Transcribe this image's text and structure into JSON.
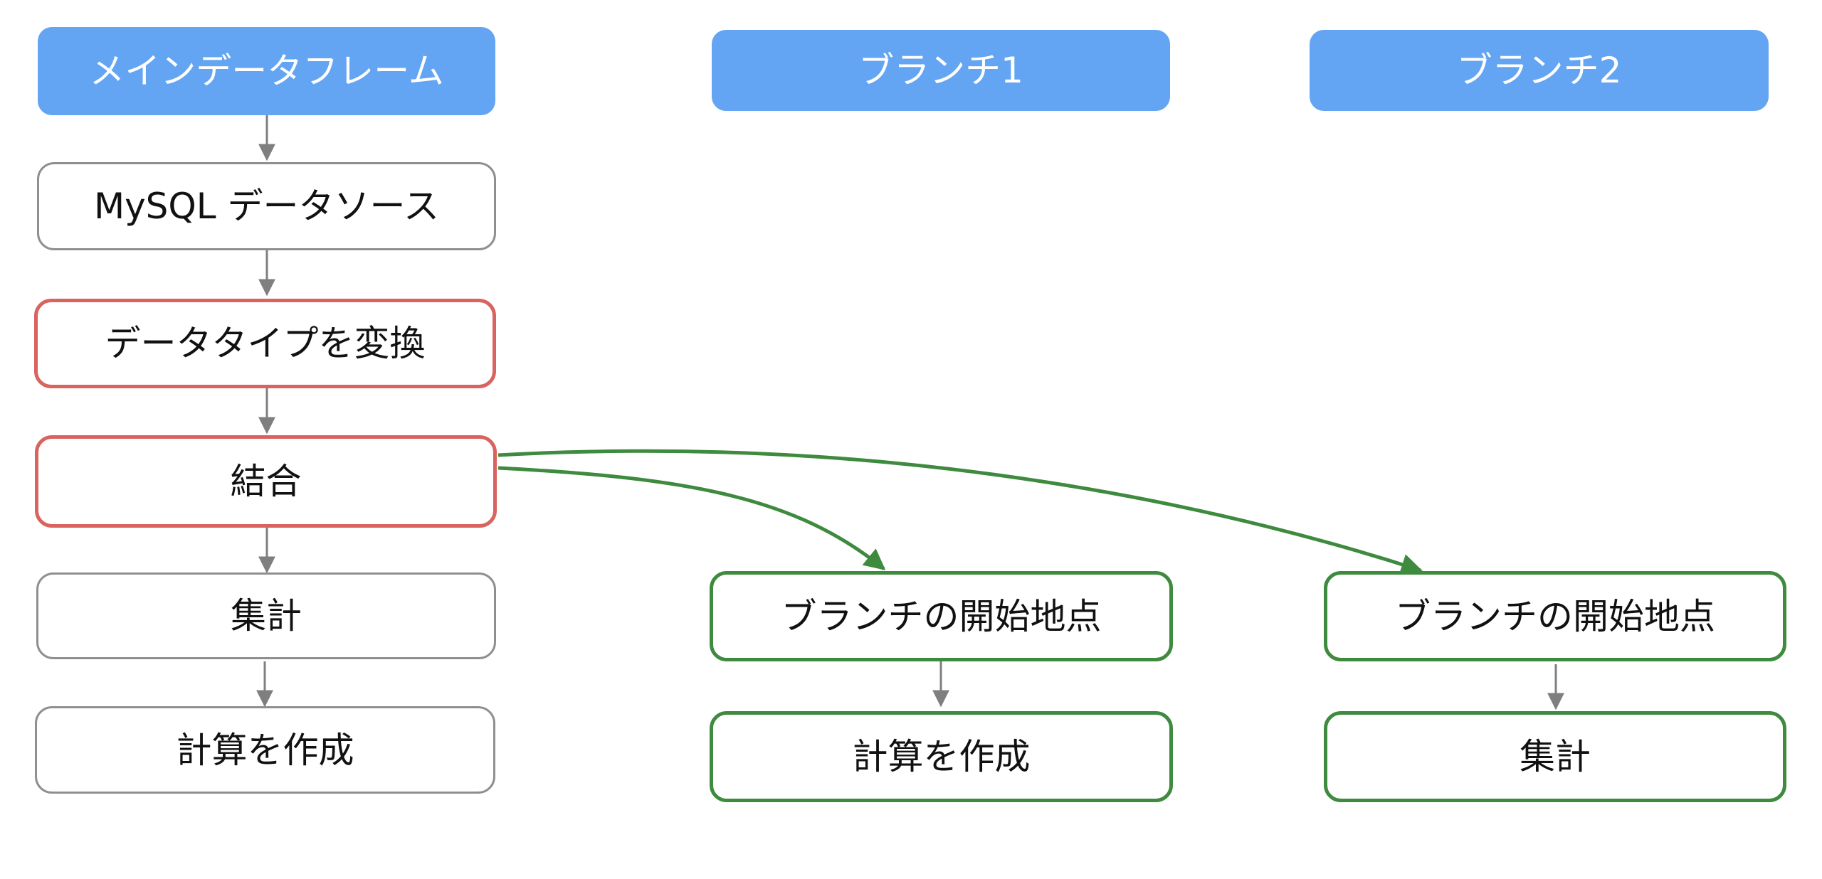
{
  "columns": {
    "main": {
      "header": "メインデータフレーム"
    },
    "branch1": {
      "header": "ブランチ1"
    },
    "branch2": {
      "header": "ブランチ2"
    }
  },
  "main_steps": {
    "source": "MySQL データソース",
    "convert": "データタイプを変換",
    "join": "結合",
    "aggregate": "集計",
    "calculate": "計算を作成"
  },
  "branch1_steps": {
    "start": "ブランチの開始地点",
    "calculate": "計算を作成"
  },
  "branch2_steps": {
    "start": "ブランチの開始地点",
    "aggregate": "集計"
  },
  "colors": {
    "header": "#64a5f3",
    "normal_border": "#8f8f8f",
    "highlight_border": "#d9645f",
    "branch_border": "#3e8a3e",
    "connector": "#7f7f7f"
  }
}
